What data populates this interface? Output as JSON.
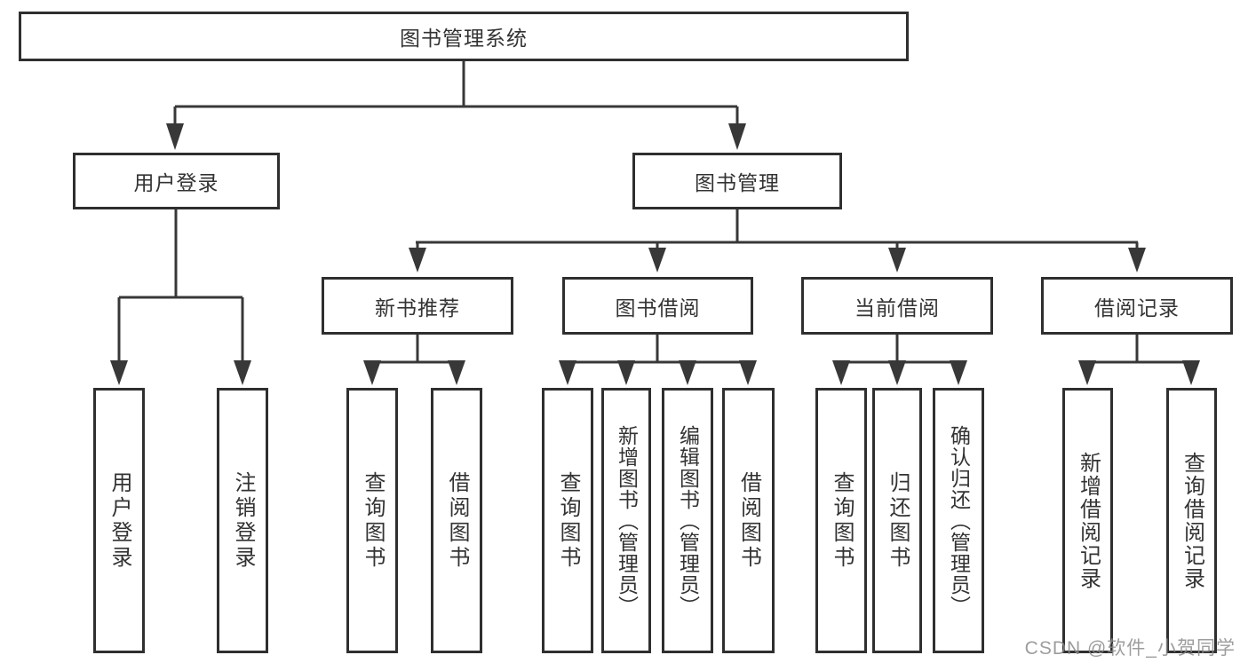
{
  "tree": {
    "label": "图书管理系统",
    "children": [
      {
        "label": "用户登录",
        "children": [
          {
            "label": "用户登录"
          },
          {
            "label": "注销登录"
          }
        ]
      },
      {
        "label": "图书管理",
        "children": [
          {
            "label": "新书推荐",
            "children": [
              {
                "label": "查询图书"
              },
              {
                "label": "借阅图书"
              }
            ]
          },
          {
            "label": "图书借阅",
            "children": [
              {
                "label": "查询图书"
              },
              {
                "label": "新增图书（管理员）"
              },
              {
                "label": "编辑图书（管理员）"
              },
              {
                "label": "借阅图书"
              }
            ]
          },
          {
            "label": "当前借阅",
            "children": [
              {
                "label": "查询图书"
              },
              {
                "label": "归还图书"
              },
              {
                "label": "确认归还（管理员）"
              }
            ]
          },
          {
            "label": "借阅记录",
            "children": [
              {
                "label": "新增借阅记录"
              },
              {
                "label": "查询借阅记录"
              }
            ]
          }
        ]
      }
    ]
  },
  "watermark": "CSDN @软件_小贺同学",
  "colors": {
    "line": "#383838",
    "border": "#2f2f2f",
    "text": "#333333",
    "watermark": "#8c8c8c",
    "background": "#ffffff"
  }
}
